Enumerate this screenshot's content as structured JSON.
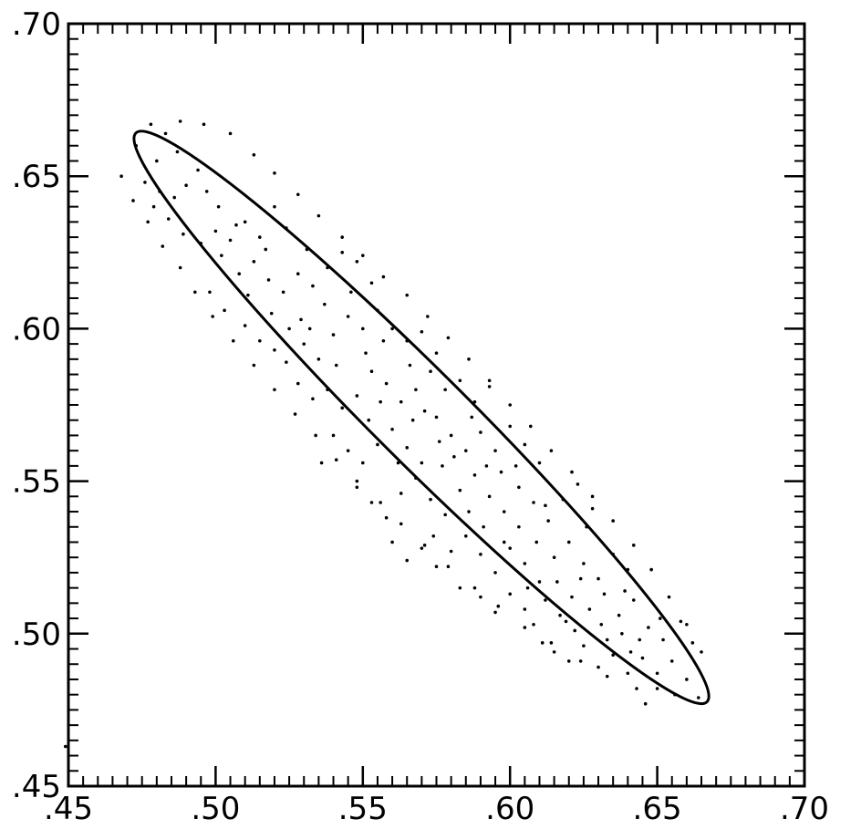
{
  "chart_data": {
    "type": "scatter",
    "title": "",
    "xlabel": "",
    "ylabel": "",
    "xlim": [
      0.45,
      0.7
    ],
    "ylim": [
      0.45,
      0.7
    ],
    "x_ticks": [
      0.45,
      0.5,
      0.55,
      0.6,
      0.65,
      0.7
    ],
    "x_tick_labels": [
      ".45",
      ".50",
      ".55",
      ".60",
      ".65",
      ".70"
    ],
    "y_ticks": [
      0.45,
      0.5,
      0.55,
      0.6,
      0.65,
      0.7
    ],
    "y_tick_labels": [
      ".45",
      ".50",
      ".55",
      ".60",
      ".65",
      ".70"
    ],
    "minor_tick_step": 0.005,
    "grid": false,
    "ellipse": {
      "center": [
        0.5699,
        0.5709
      ],
      "vertex_a": [
        0.6665,
        0.4795
      ],
      "vertex_b": [
        0.4725,
        0.666
      ],
      "semi_minor": 0.0157
    },
    "points": [
      [
        0.478,
        0.667
      ],
      [
        0.483,
        0.664
      ],
      [
        0.488,
        0.668
      ],
      [
        0.473,
        0.66
      ],
      [
        0.48,
        0.655
      ],
      [
        0.487,
        0.658
      ],
      [
        0.476,
        0.648
      ],
      [
        0.481,
        0.645
      ],
      [
        0.486,
        0.643
      ],
      [
        0.49,
        0.647
      ],
      [
        0.494,
        0.652
      ],
      [
        0.497,
        0.645
      ],
      [
        0.479,
        0.64
      ],
      [
        0.484,
        0.636
      ],
      [
        0.489,
        0.631
      ],
      [
        0.495,
        0.628
      ],
      [
        0.5,
        0.632
      ],
      [
        0.505,
        0.629
      ],
      [
        0.51,
        0.635
      ],
      [
        0.515,
        0.63
      ],
      [
        0.52,
        0.64
      ],
      [
        0.502,
        0.624
      ],
      [
        0.508,
        0.618
      ],
      [
        0.513,
        0.622
      ],
      [
        0.518,
        0.616
      ],
      [
        0.523,
        0.612
      ],
      [
        0.528,
        0.618
      ],
      [
        0.533,
        0.614
      ],
      [
        0.538,
        0.62
      ],
      [
        0.543,
        0.625
      ],
      [
        0.548,
        0.622
      ],
      [
        0.553,
        0.615
      ],
      [
        0.498,
        0.612
      ],
      [
        0.503,
        0.606
      ],
      [
        0.51,
        0.601
      ],
      [
        0.515,
        0.596
      ],
      [
        0.52,
        0.593
      ],
      [
        0.525,
        0.6
      ],
      [
        0.53,
        0.595
      ],
      [
        0.535,
        0.59
      ],
      [
        0.54,
        0.598
      ],
      [
        0.545,
        0.604
      ],
      [
        0.55,
        0.6
      ],
      [
        0.555,
        0.606
      ],
      [
        0.56,
        0.6
      ],
      [
        0.565,
        0.596
      ],
      [
        0.57,
        0.599
      ],
      [
        0.575,
        0.592
      ],
      [
        0.528,
        0.582
      ],
      [
        0.533,
        0.577
      ],
      [
        0.538,
        0.58
      ],
      [
        0.543,
        0.574
      ],
      [
        0.548,
        0.578
      ],
      [
        0.553,
        0.586
      ],
      [
        0.558,
        0.582
      ],
      [
        0.563,
        0.576
      ],
      [
        0.568,
        0.58
      ],
      [
        0.573,
        0.586
      ],
      [
        0.578,
        0.58
      ],
      [
        0.583,
        0.583
      ],
      [
        0.588,
        0.576
      ],
      [
        0.593,
        0.581
      ],
      [
        0.54,
        0.565
      ],
      [
        0.545,
        0.56
      ],
      [
        0.55,
        0.556
      ],
      [
        0.555,
        0.562
      ],
      [
        0.56,
        0.567
      ],
      [
        0.565,
        0.561
      ],
      [
        0.57,
        0.556
      ],
      [
        0.575,
        0.571
      ],
      [
        0.58,
        0.565
      ],
      [
        0.585,
        0.56
      ],
      [
        0.59,
        0.566
      ],
      [
        0.595,
        0.56
      ],
      [
        0.6,
        0.568
      ],
      [
        0.605,
        0.562
      ],
      [
        0.61,
        0.556
      ],
      [
        0.548,
        0.548
      ],
      [
        0.553,
        0.543
      ],
      [
        0.558,
        0.538
      ],
      [
        0.563,
        0.546
      ],
      [
        0.568,
        0.551
      ],
      [
        0.573,
        0.544
      ],
      [
        0.578,
        0.539
      ],
      [
        0.583,
        0.547
      ],
      [
        0.588,
        0.552
      ],
      [
        0.593,
        0.545
      ],
      [
        0.598,
        0.54
      ],
      [
        0.603,
        0.548
      ],
      [
        0.608,
        0.543
      ],
      [
        0.613,
        0.537
      ],
      [
        0.618,
        0.544
      ],
      [
        0.623,
        0.549
      ],
      [
        0.628,
        0.541
      ],
      [
        0.56,
        0.53
      ],
      [
        0.565,
        0.524
      ],
      [
        0.57,
        0.528
      ],
      [
        0.575,
        0.522
      ],
      [
        0.58,
        0.527
      ],
      [
        0.585,
        0.532
      ],
      [
        0.59,
        0.526
      ],
      [
        0.595,
        0.52
      ],
      [
        0.6,
        0.528
      ],
      [
        0.605,
        0.523
      ],
      [
        0.61,
        0.517
      ],
      [
        0.615,
        0.525
      ],
      [
        0.62,
        0.53
      ],
      [
        0.625,
        0.523
      ],
      [
        0.63,
        0.518
      ],
      [
        0.635,
        0.526
      ],
      [
        0.64,
        0.521
      ],
      [
        0.59,
        0.512
      ],
      [
        0.595,
        0.507
      ],
      [
        0.6,
        0.513
      ],
      [
        0.605,
        0.508
      ],
      [
        0.608,
        0.503
      ],
      [
        0.612,
        0.511
      ],
      [
        0.617,
        0.506
      ],
      [
        0.622,
        0.501
      ],
      [
        0.627,
        0.508
      ],
      [
        0.632,
        0.513
      ],
      [
        0.637,
        0.506
      ],
      [
        0.642,
        0.511
      ],
      [
        0.647,
        0.502
      ],
      [
        0.652,
        0.498
      ],
      [
        0.658,
        0.504
      ],
      [
        0.662,
        0.497
      ],
      [
        0.615,
        0.494
      ],
      [
        0.62,
        0.491
      ],
      [
        0.625,
        0.496
      ],
      [
        0.63,
        0.489
      ],
      [
        0.635,
        0.493
      ],
      [
        0.64,
        0.487
      ],
      [
        0.645,
        0.492
      ],
      [
        0.65,
        0.487
      ],
      [
        0.655,
        0.491
      ],
      [
        0.66,
        0.485
      ],
      [
        0.656,
        0.48
      ],
      [
        0.65,
        0.482
      ],
      [
        0.664,
        0.479
      ],
      [
        0.646,
        0.477
      ],
      [
        0.468,
        0.65
      ],
      [
        0.472,
        0.642
      ],
      [
        0.477,
        0.635
      ],
      [
        0.482,
        0.627
      ],
      [
        0.488,
        0.62
      ],
      [
        0.493,
        0.612
      ],
      [
        0.499,
        0.604
      ],
      [
        0.506,
        0.596
      ],
      [
        0.513,
        0.588
      ],
      [
        0.52,
        0.58
      ],
      [
        0.527,
        0.572
      ],
      [
        0.534,
        0.565
      ],
      [
        0.541,
        0.557
      ],
      [
        0.548,
        0.55
      ],
      [
        0.556,
        0.543
      ],
      [
        0.563,
        0.536
      ],
      [
        0.571,
        0.529
      ],
      [
        0.579,
        0.522
      ],
      [
        0.588,
        0.515
      ],
      [
        0.596,
        0.509
      ],
      [
        0.605,
        0.502
      ],
      [
        0.614,
        0.497
      ],
      [
        0.624,
        0.491
      ],
      [
        0.633,
        0.486
      ],
      [
        0.643,
        0.482
      ],
      [
        0.496,
        0.667
      ],
      [
        0.505,
        0.664
      ],
      [
        0.513,
        0.657
      ],
      [
        0.52,
        0.651
      ],
      [
        0.528,
        0.644
      ],
      [
        0.535,
        0.637
      ],
      [
        0.543,
        0.63
      ],
      [
        0.55,
        0.624
      ],
      [
        0.557,
        0.617
      ],
      [
        0.565,
        0.611
      ],
      [
        0.572,
        0.604
      ],
      [
        0.579,
        0.597
      ],
      [
        0.586,
        0.59
      ],
      [
        0.593,
        0.583
      ],
      [
        0.6,
        0.575
      ],
      [
        0.607,
        0.568
      ],
      [
        0.614,
        0.56
      ],
      [
        0.621,
        0.553
      ],
      [
        0.628,
        0.545
      ],
      [
        0.635,
        0.537
      ],
      [
        0.642,
        0.529
      ],
      [
        0.648,
        0.521
      ],
      [
        0.654,
        0.512
      ],
      [
        0.66,
        0.503
      ],
      [
        0.665,
        0.494
      ],
      [
        0.501,
        0.64
      ],
      [
        0.507,
        0.634
      ],
      [
        0.517,
        0.626
      ],
      [
        0.524,
        0.633
      ],
      [
        0.531,
        0.626
      ],
      [
        0.537,
        0.608
      ],
      [
        0.546,
        0.612
      ],
      [
        0.551,
        0.592
      ],
      [
        0.557,
        0.596
      ],
      [
        0.566,
        0.588
      ],
      [
        0.571,
        0.573
      ],
      [
        0.577,
        0.555
      ],
      [
        0.586,
        0.54
      ],
      [
        0.591,
        0.535
      ],
      [
        0.597,
        0.553
      ],
      [
        0.603,
        0.535
      ],
      [
        0.609,
        0.53
      ],
      [
        0.616,
        0.517
      ],
      [
        0.621,
        0.512
      ],
      [
        0.626,
        0.535
      ],
      [
        0.631,
        0.503
      ],
      [
        0.638,
        0.5
      ],
      [
        0.644,
        0.498
      ],
      [
        0.651,
        0.505
      ],
      [
        0.532,
        0.6
      ],
      [
        0.536,
        0.556
      ],
      [
        0.552,
        0.57
      ],
      [
        0.562,
        0.556
      ],
      [
        0.574,
        0.532
      ],
      [
        0.581,
        0.558
      ],
      [
        0.583,
        0.515
      ],
      [
        0.598,
        0.53
      ],
      [
        0.606,
        0.515
      ],
      [
        0.611,
        0.497
      ],
      [
        0.619,
        0.504
      ],
      [
        0.633,
        0.498
      ],
      [
        0.641,
        0.494
      ],
      [
        0.511,
        0.611
      ],
      [
        0.519,
        0.605
      ],
      [
        0.524,
        0.589
      ],
      [
        0.529,
        0.603
      ],
      [
        0.541,
        0.588
      ],
      [
        0.556,
        0.576
      ],
      [
        0.567,
        0.57
      ],
      [
        0.576,
        0.563
      ],
      [
        0.587,
        0.571
      ],
      [
        0.592,
        0.555
      ],
      [
        0.602,
        0.555
      ],
      [
        0.612,
        0.542
      ],
      [
        0.624,
        0.518
      ],
      [
        0.639,
        0.514
      ],
      [
        0.449,
        0.463
      ]
    ]
  }
}
